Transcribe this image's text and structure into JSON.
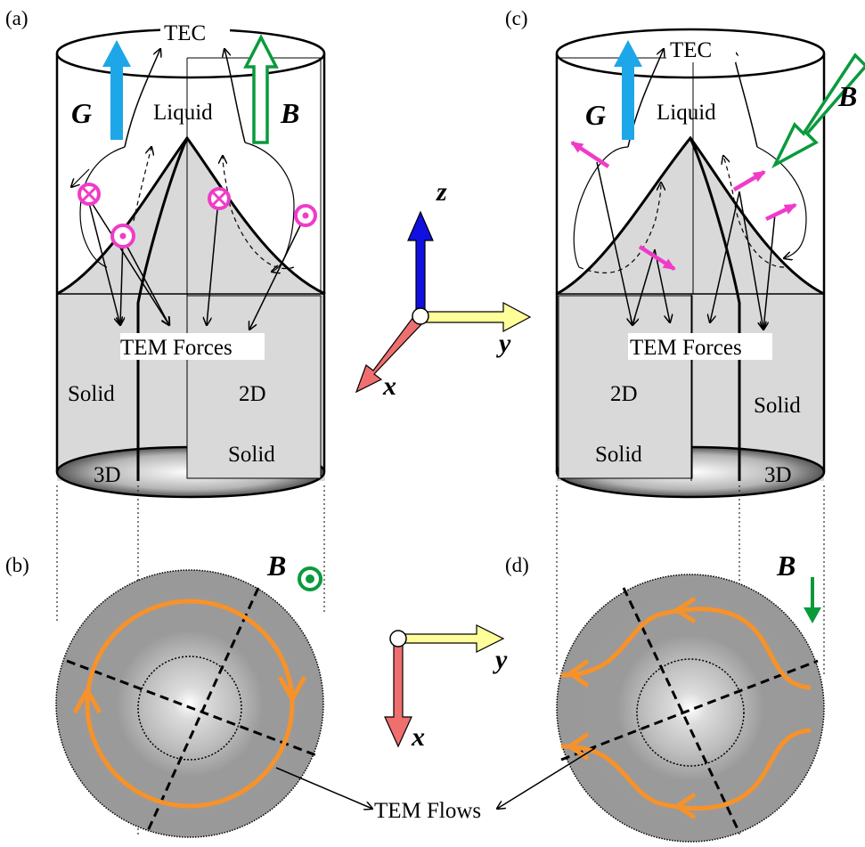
{
  "panels": {
    "a": {
      "label": "(a)"
    },
    "b": {
      "label": "(b)"
    },
    "c": {
      "label": "(c)"
    },
    "d": {
      "label": "(d)"
    }
  },
  "text": {
    "tec": "TEC",
    "liquid": "Liquid",
    "solid": "Solid",
    "two_d": "2D",
    "three_d": "3D",
    "tem_forces": "TEM Forces",
    "tem_flows": "TEM Flows"
  },
  "symbols": {
    "gravity": "G",
    "field": "B"
  },
  "axes": {
    "x": "x",
    "y": "y",
    "z": "z"
  },
  "colors": {
    "gravity_arrow": "#1ea7e8",
    "field_arrow": "#0a9a3c",
    "force_marker": "#ef3cc8",
    "flow": "#f7922a",
    "axis_x": "#ef6f6f",
    "axis_y": "#ffff99",
    "axis_z": "#1010e0",
    "solid_fill": "#d9d9d9",
    "section_fill": "#9a9a9a"
  }
}
